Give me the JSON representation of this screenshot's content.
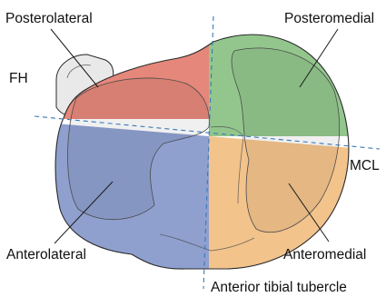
{
  "labels": {
    "posterolateral": "Posterolateral",
    "posteromedial": "Posteromedial",
    "fh": "FH",
    "mcl": "MCL",
    "anterolateral": "Anterolateral",
    "anteromedial": "Anteromedial",
    "anterior_tibial_tubercle": "Anterior tibial tubercle"
  },
  "colors": {
    "posterolateral": "#e5877a",
    "posteromedial": "#93c68d",
    "anterolateral": "#8fa0cf",
    "anteromedial": "#f3c38c",
    "fibular_head": "#e9e9ea",
    "axis_lines": "#3a78b8"
  }
}
